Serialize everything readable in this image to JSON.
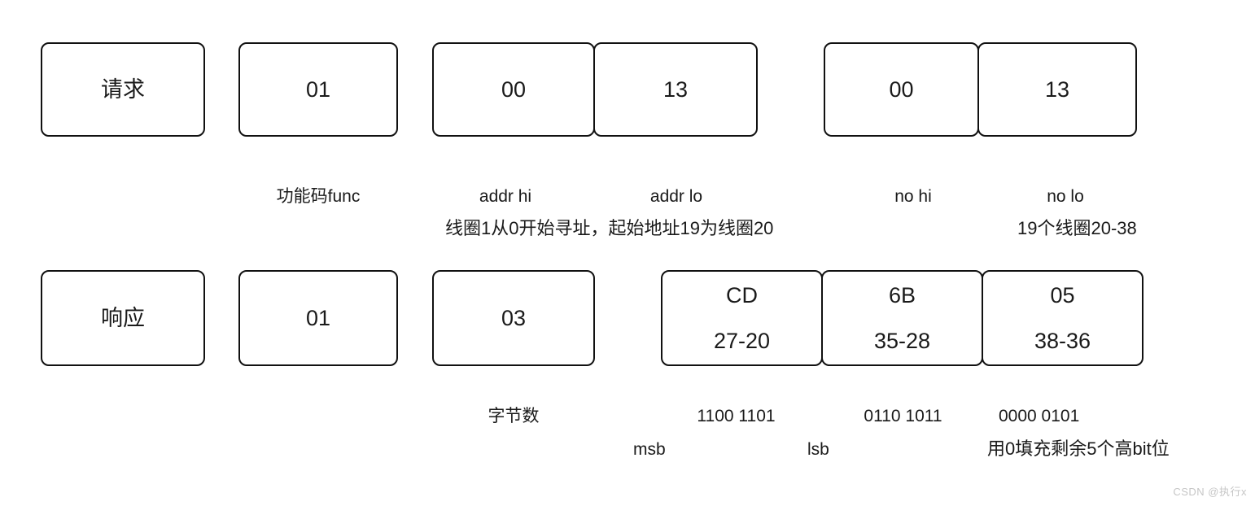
{
  "request": {
    "title": "请求",
    "func": {
      "value": "01",
      "label": "功能码func"
    },
    "addr_hi": {
      "value": "00",
      "label": "addr hi"
    },
    "addr_lo": {
      "value": "13",
      "label": "addr lo"
    },
    "no_hi": {
      "value": "00",
      "label": "no hi"
    },
    "no_lo": {
      "value": "13",
      "label": "no lo"
    },
    "addr_note": "线圈1从0开始寻址，起始地址19为线圈20",
    "count_note": "19个线圈20-38"
  },
  "response": {
    "title": "响应",
    "func": {
      "value": "01"
    },
    "byte_count": {
      "value": "03",
      "label": "字节数"
    },
    "data_bytes": [
      {
        "value": "CD",
        "coils": "27-20",
        "bits": "1100 1101"
      },
      {
        "value": "6B",
        "coils": "35-28",
        "bits": "0110 1011"
      },
      {
        "value": "05",
        "coils": "38-36",
        "bits": "0000 0101"
      }
    ],
    "msb_label": "msb",
    "lsb_label": "lsb",
    "padding_note": "用0填充剩余5个高bit位"
  },
  "watermark": "CSDN @执行x"
}
